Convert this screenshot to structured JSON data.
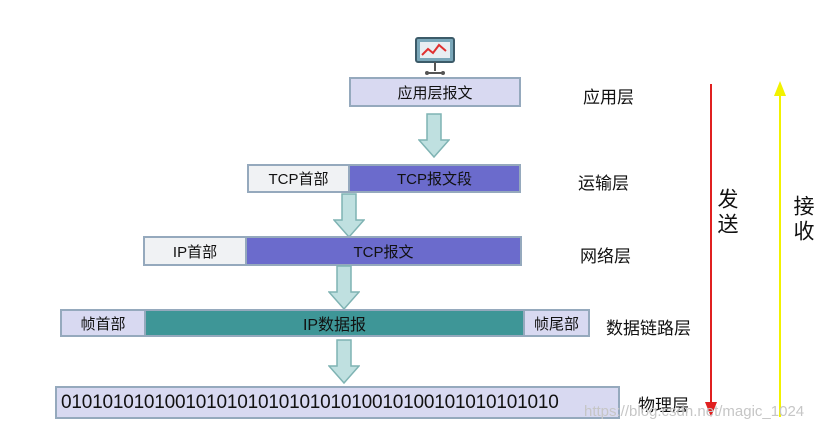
{
  "layers": {
    "application": {
      "label": "应用层",
      "message": "应用层报文"
    },
    "transport": {
      "label": "运输层",
      "header": "TCP首部",
      "segment": "TCP报文段"
    },
    "network": {
      "label": "网络层",
      "header": "IP首部",
      "payload": "TCP报文"
    },
    "datalink": {
      "label": "数据链路层",
      "header": "帧首部",
      "payload": "IP数据报",
      "trailer": "帧尾部"
    },
    "physical": {
      "label": "物理层",
      "bits": "010101010100101010101010101010010100101010101010"
    }
  },
  "directions": {
    "send": {
      "label": "发送",
      "color": "#e02020"
    },
    "receive": {
      "label": "接收",
      "color": "#f2f200"
    }
  },
  "watermark": "https://blog.csdn.net/magic_1024",
  "colors": {
    "lavender": "#d8d9f1",
    "blue": "#6b6bcc",
    "teal": "#3e9697",
    "gray": "#f0f2f4",
    "arrow": "#bfe0e0"
  }
}
